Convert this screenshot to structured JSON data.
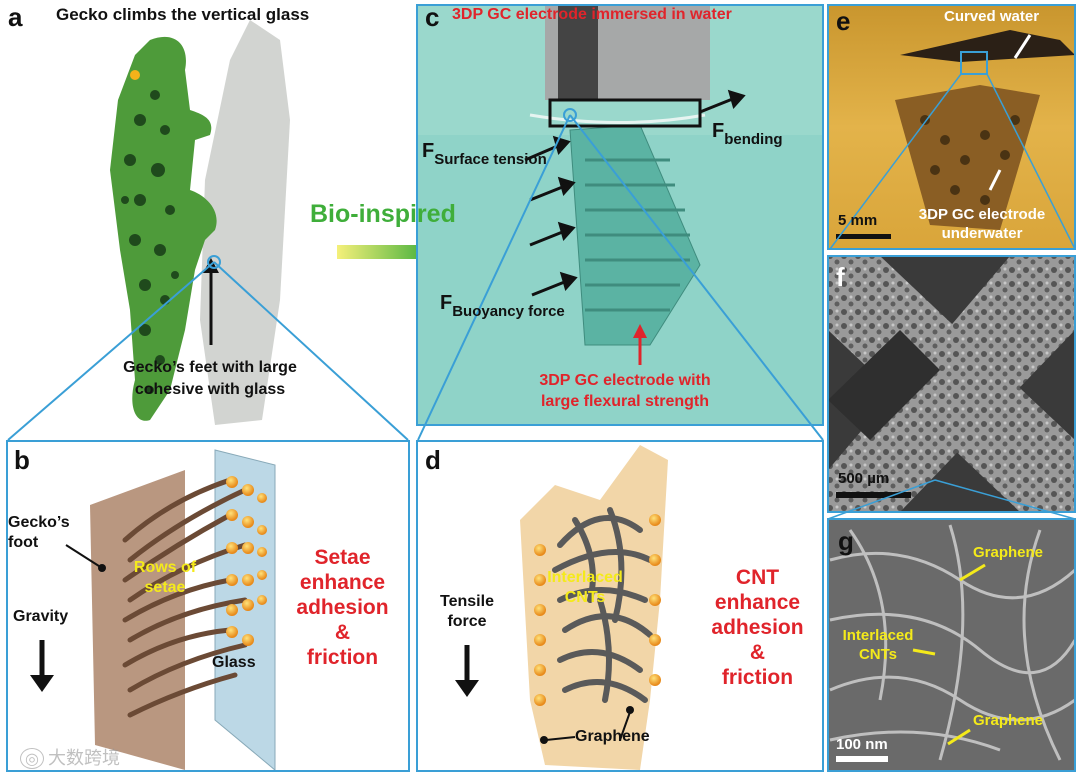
{
  "panels": {
    "a": {
      "letter": "a",
      "title": "Gecko climbs the vertical glass",
      "feet_line1": "Gecko’s feet with large",
      "feet_line2": "cohesive with glass"
    },
    "b": {
      "letter": "b",
      "foot_line1": "Gecko’s",
      "foot_line2": "foot",
      "gravity": "Gravity",
      "setae_line1": "Rows of",
      "setae_line2": "setae",
      "glass": "Glass",
      "claim": [
        "Setae",
        "enhance",
        "adhesion",
        "&",
        "friction"
      ]
    },
    "c": {
      "letter": "c",
      "title": "3DP GC electrode immersed in water",
      "f_surface_main": "F",
      "f_surface_sub": "Surface tension",
      "f_bending_main": "F",
      "f_bending_sub": "bending",
      "f_buoyancy_main": "F",
      "f_buoyancy_sub": "Buoyancy force",
      "strength_line1": "3DP GC electrode with",
      "strength_line2": "large flexural strength"
    },
    "bio_inspired": "Bio-inspired",
    "d": {
      "letter": "d",
      "tensile_line1": "Tensile",
      "tensile_line2": "force",
      "interlaced_line1": "Interlaced",
      "interlaced_line2": "CNTs",
      "graphene": "Graphene",
      "claim": [
        "CNT",
        "enhance",
        "adhesion",
        "&",
        "friction"
      ]
    },
    "e": {
      "letter": "e",
      "curved_water": "Curved water",
      "electrode_line1": "3DP GC electrode",
      "electrode_line2": "underwater",
      "scale": "5 mm"
    },
    "f": {
      "letter": "f",
      "scale": "500 µm"
    },
    "g": {
      "letter": "g",
      "graphene_top": "Graphene",
      "interlaced_line1": "Interlaced",
      "interlaced_line2": "CNTs",
      "graphene_bottom": "Graphene",
      "scale": "100 nm"
    }
  },
  "watermark": "大数跨境",
  "colors": {
    "accent_red": "#e0242b",
    "accent_blue": "#3a9fd6",
    "label_yellow": "#f4ea1a",
    "water_teal": "#8fd3c8",
    "bio_green": "#3fae3a"
  }
}
